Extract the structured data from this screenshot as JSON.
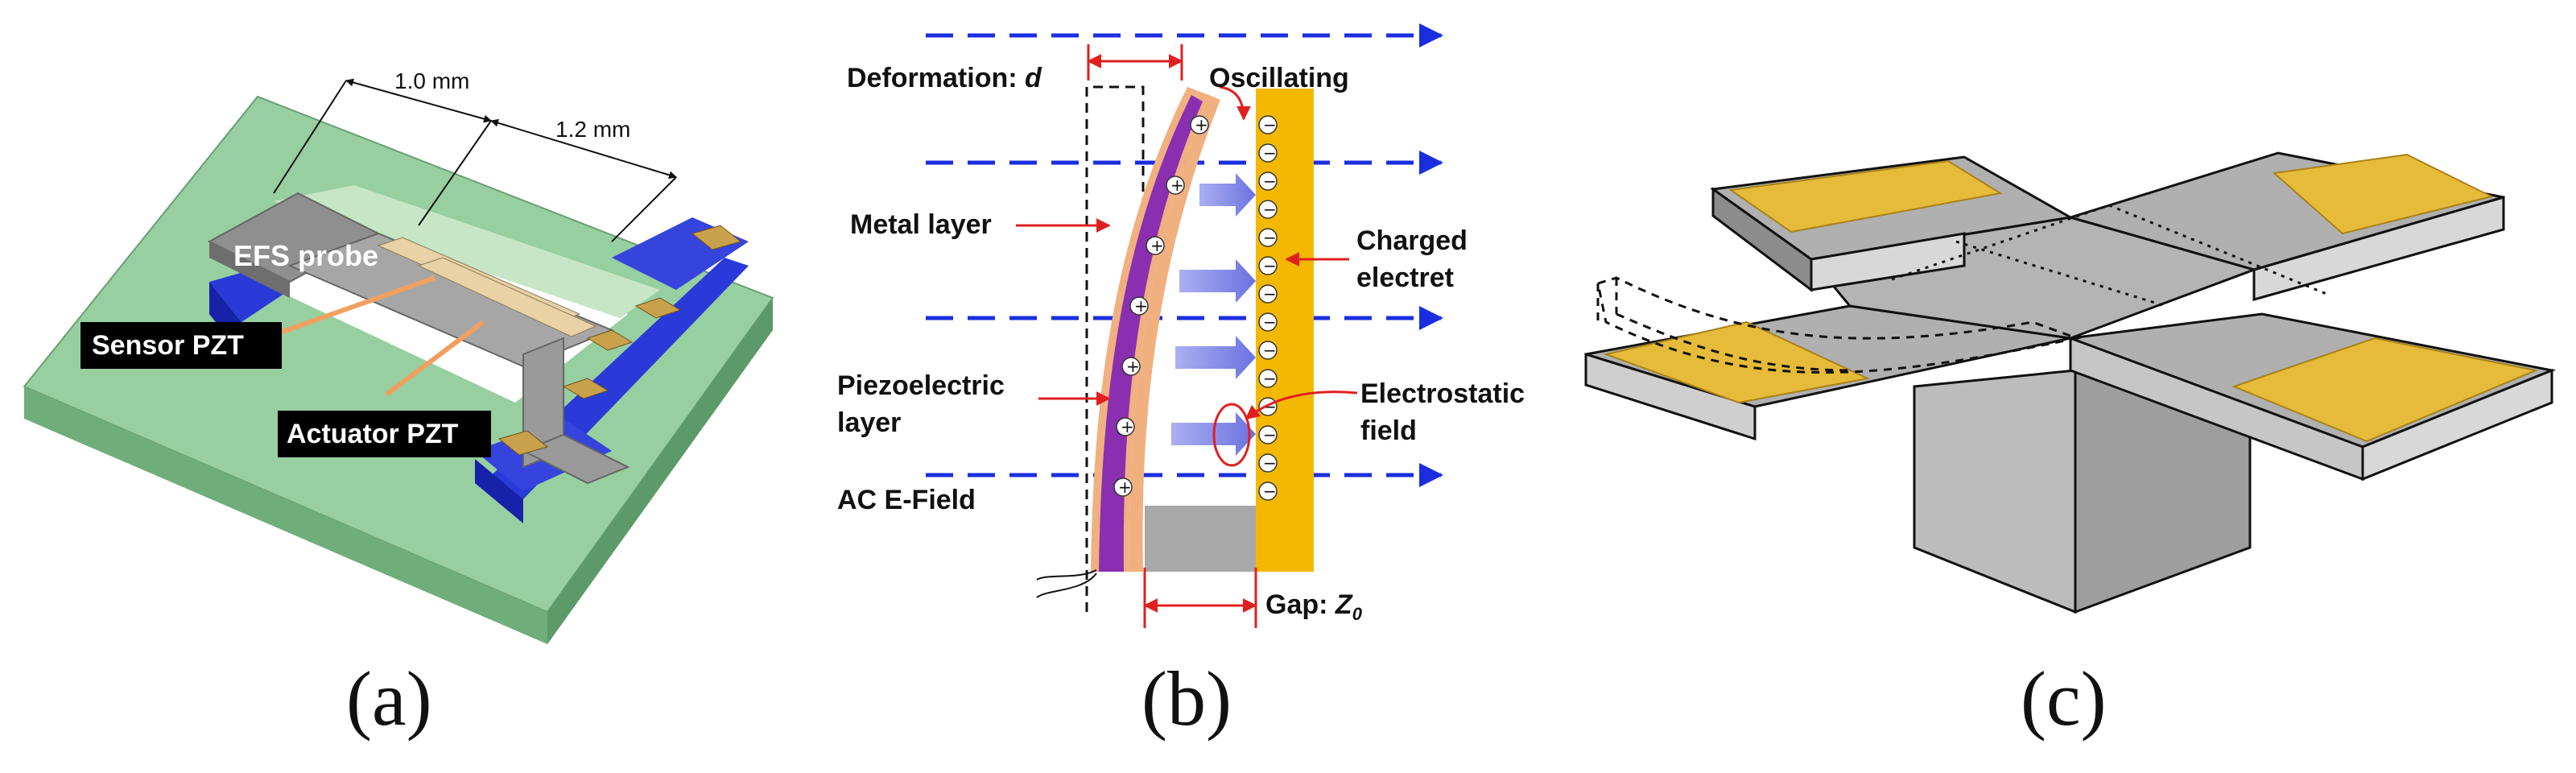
{
  "panel_a": {
    "caption": "(a)",
    "dimension_1": "1.0 mm",
    "dimension_2": "1.2 mm",
    "label_efs_probe": "EFS probe",
    "label_sensor_pzt": "Sensor PZT",
    "label_actuator_pzt": "Actuator PZT"
  },
  "panel_b": {
    "caption": "(b)",
    "label_deformation_prefix": "Deformation: ",
    "label_deformation_symbol": "d",
    "label_oscillating": "Oscillating",
    "label_metal_layer": "Metal layer",
    "label_charged_1": "Charged",
    "label_charged_2": "electret",
    "label_piezo_1": "Piezoelectric",
    "label_piezo_2": "layer",
    "label_electrostatic_1": "Electrostatic",
    "label_electrostatic_2": "field",
    "label_ac_field": "AC E-Field",
    "label_gap_prefix": "Gap: ",
    "label_gap_symbol": "Z",
    "label_gap_subscript": "0",
    "plus_sign": "+",
    "minus_sign": "−"
  },
  "panel_c": {
    "caption": "(c)"
  },
  "colors": {
    "green_base": "#8fc89a",
    "blue_frame": "#1f2fc8",
    "grey_probe": "#8e8e8e",
    "gold_pad": "#c9a14a",
    "purple_piezo": "#8a2fb0",
    "orange_metal": "#f0b080",
    "yellow_electret": "#f5b800",
    "dashed_arrow": "#1a2ee0",
    "red_annotation": "#e02020",
    "gold_electrode_c": "#e6bb3a",
    "grey_cross": "#b4b4b4"
  }
}
